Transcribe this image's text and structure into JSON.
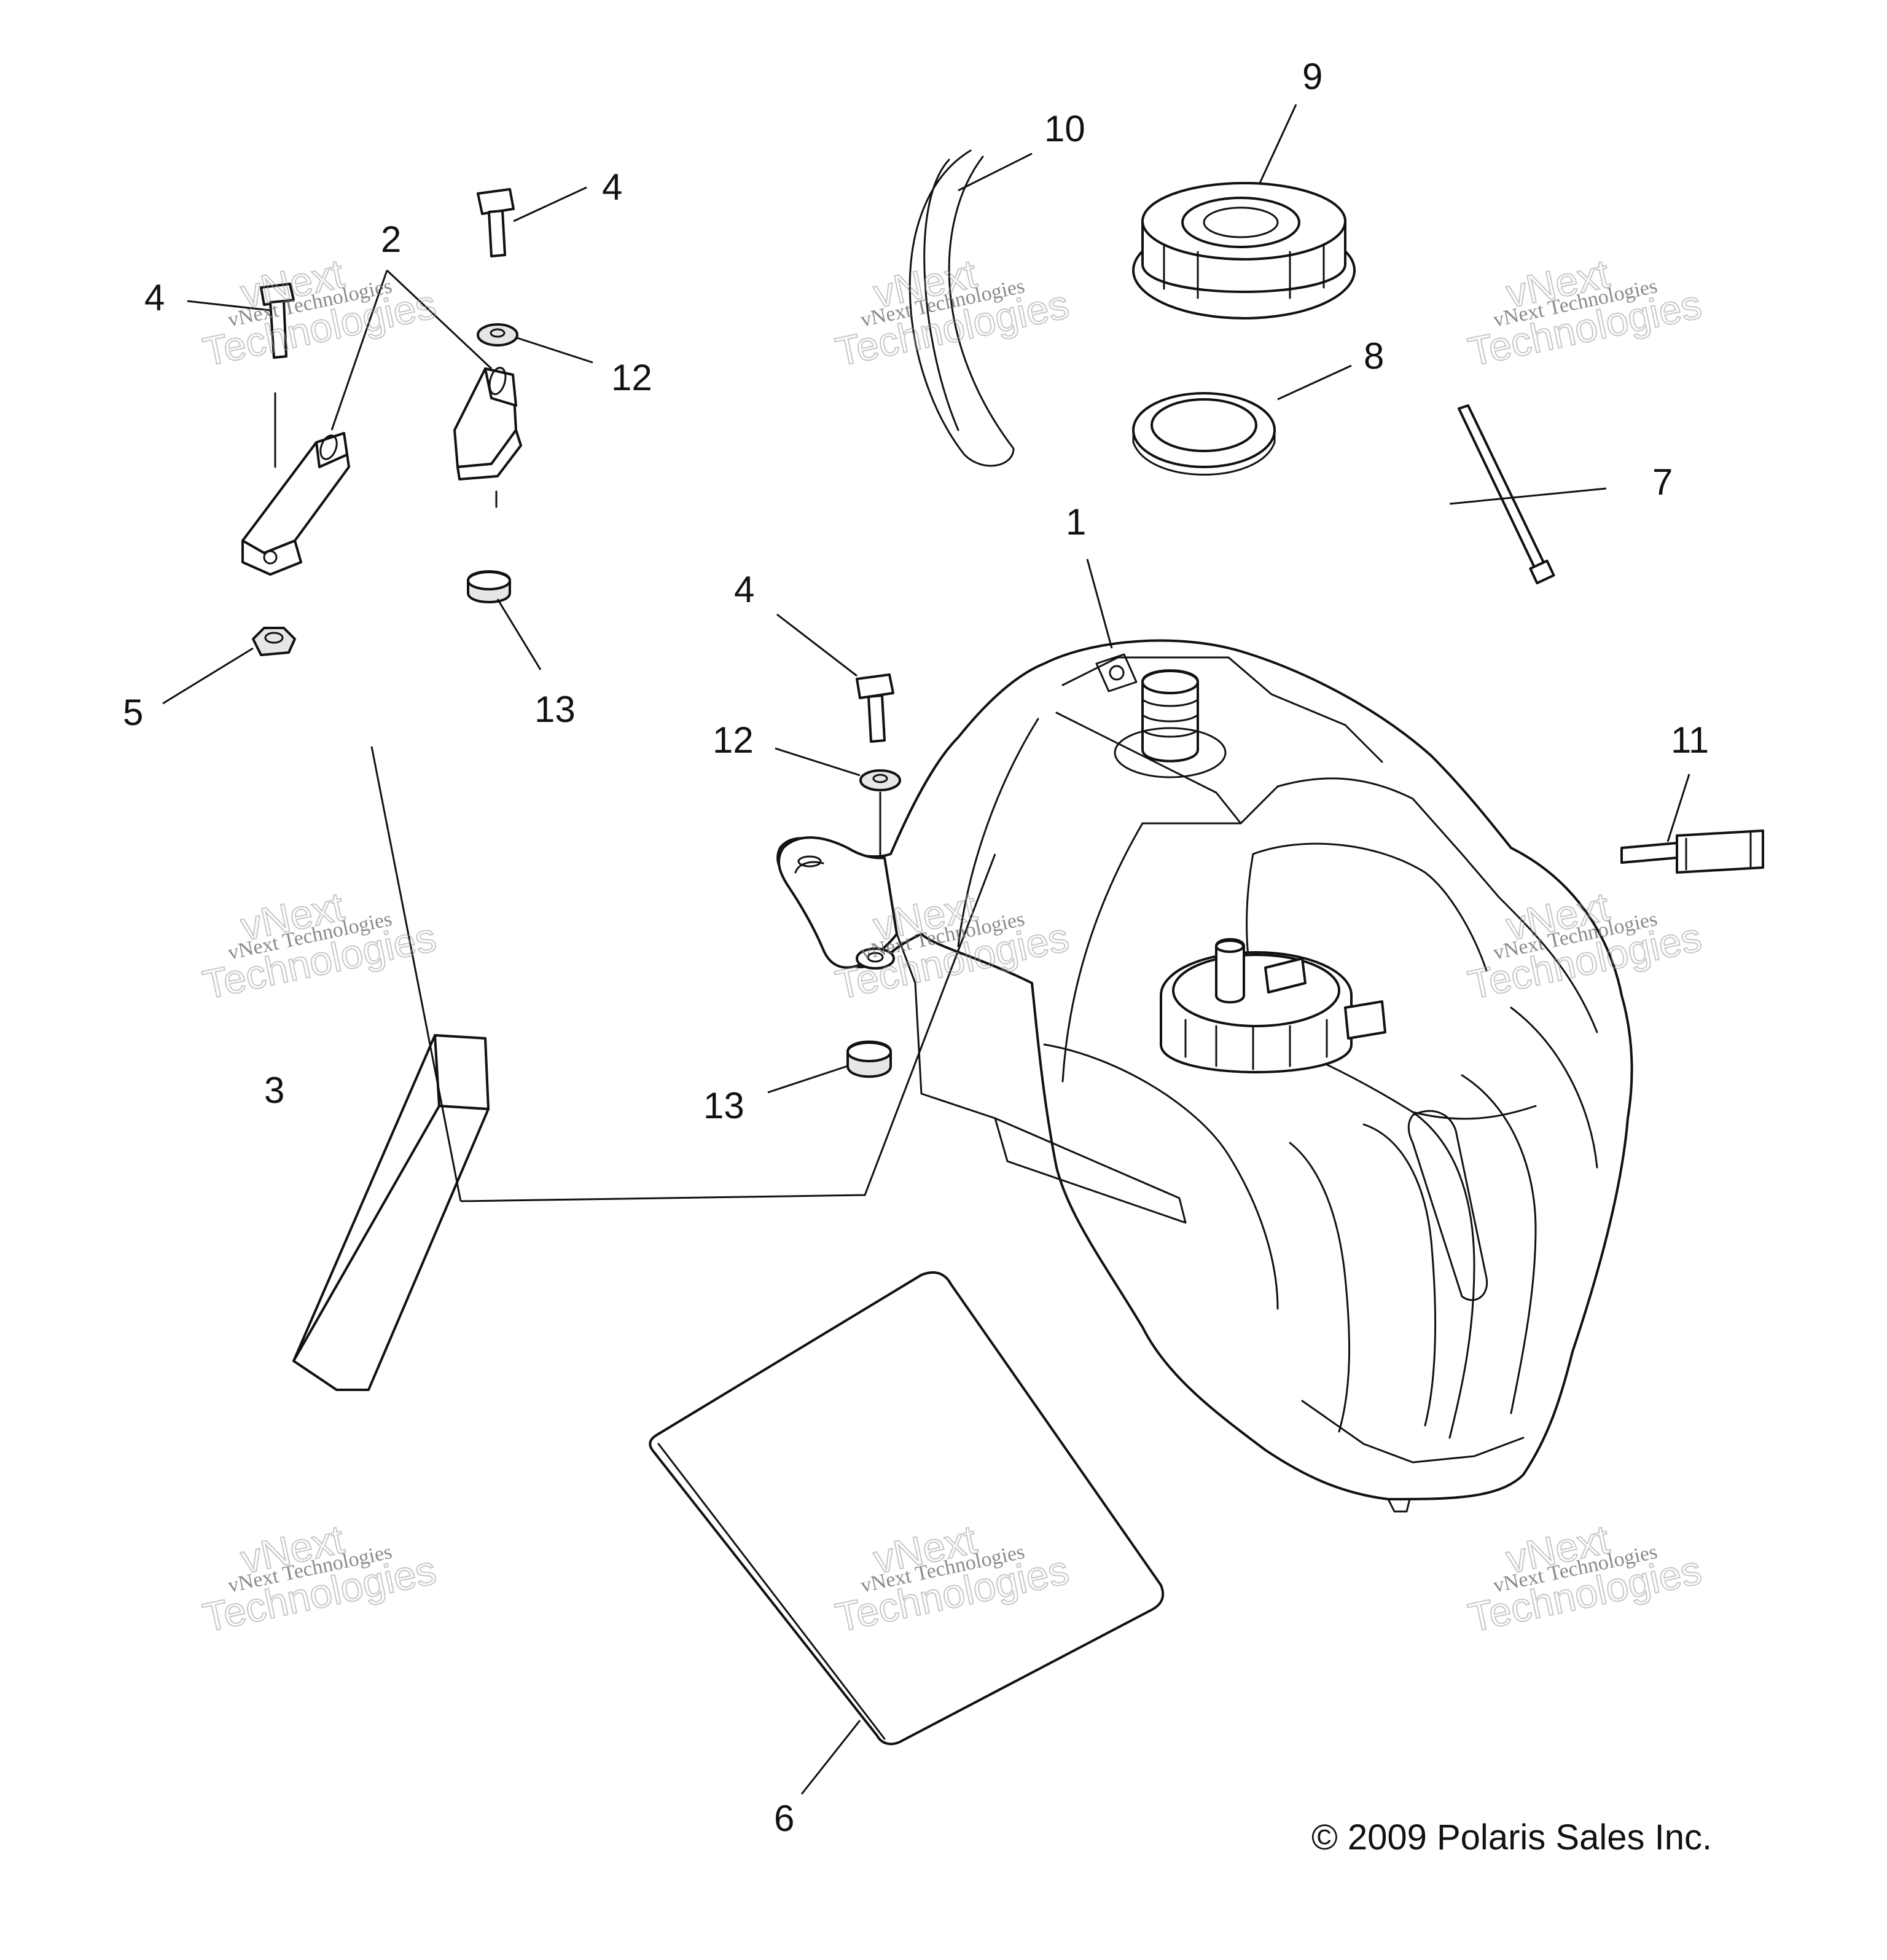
{
  "diagram": {
    "callouts": {
      "c1": "1",
      "c2": "2",
      "c3": "3",
      "c4a": "4",
      "c4b": "4",
      "c4c": "4",
      "c5": "5",
      "c6": "6",
      "c7": "7",
      "c8": "8",
      "c9": "9",
      "c10": "10",
      "c11": "11",
      "c12a": "12",
      "c12b": "12",
      "c13a": "13",
      "c13b": "13"
    },
    "watermark": {
      "line1": "vNext Technologies",
      "big_top": "vNext",
      "big_bottom": "Technologies"
    },
    "copyright": "© 2009 Polaris Sales Inc."
  }
}
